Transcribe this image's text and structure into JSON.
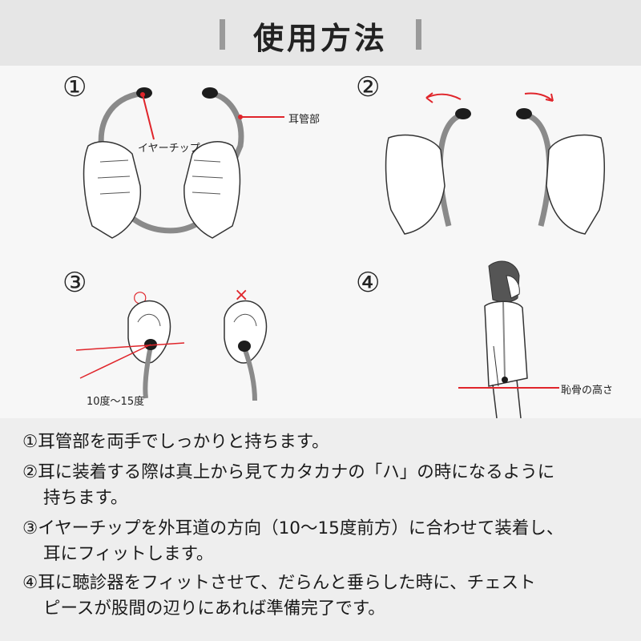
{
  "header": {
    "title": "使用方法"
  },
  "panels": [
    {
      "number": "①",
      "label_eartip": "イヤーチップ",
      "label_eartube": "耳管部"
    },
    {
      "number": "②"
    },
    {
      "number": "③",
      "mark_ok": "○",
      "mark_ng": "×",
      "angle_label": "10度〜15度"
    },
    {
      "number": "④",
      "label_pubic": "恥骨の高さ"
    }
  ],
  "steps": [
    {
      "line1": "①耳管部を両手でしっかりと持ちます。",
      "line2": ""
    },
    {
      "line1": "②耳に装着する際は真上から見てカタカナの「ハ」の時になるように",
      "line2": "持ちます。"
    },
    {
      "line1": "③イヤーチップを外耳道の方向（10〜15度前方）に合わせて装着し、",
      "line2": "耳にフィットします。"
    },
    {
      "line1": "④耳に聴診器をフィットさせて、だらんと垂らした時に、チェスト",
      "line2": "ピースが股間の辺りにあれば準備完了です。"
    }
  ],
  "colors": {
    "accent_red": "#e0252b",
    "tube_gray": "#8a8a8a",
    "tip_black": "#1c1c1c",
    "header_bg": "#e6e6e6"
  }
}
